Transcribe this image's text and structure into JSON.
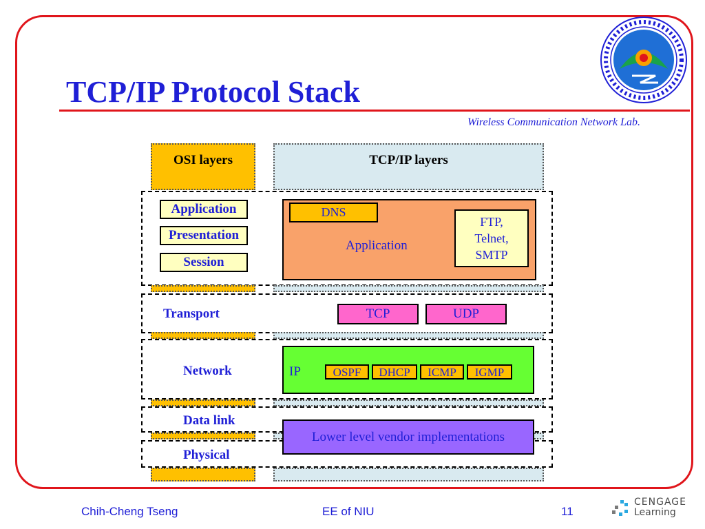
{
  "slide": {
    "title": "TCP/IP Protocol Stack",
    "lab": "Wireless Communication Network Lab.",
    "logo_icon": "university-seal-icon"
  },
  "columns": {
    "osi": "OSI layers",
    "tcpip": "TCP/IP layers"
  },
  "osi_layers": {
    "application": "Application",
    "presentation": "Presentation",
    "session": "Session",
    "transport": "Transport",
    "network": "Network",
    "datalink": "Data link",
    "physical": "Physical"
  },
  "tcpip": {
    "dns": "DNS",
    "application": "Application",
    "ftp_lines": [
      "FTP,",
      "Telnet,",
      "SMTP"
    ],
    "tcp": "TCP",
    "udp": "UDP",
    "ip": "IP",
    "ip_protocols": [
      "OSPF",
      "DHCP",
      "ICMP",
      "IGMP"
    ],
    "lower": "Lower level vendor implementations"
  },
  "footer": {
    "author": "Chih-Cheng Tseng",
    "dept": "EE of NIU",
    "page": "11",
    "brand_line1": "CENGAGE",
    "brand_line2": "Learning"
  },
  "colors": {
    "accent_red": "#e0151b",
    "title_blue": "#1f1fd6",
    "osi_orange": "#ffc000",
    "tcpip_blue": "#d9eaf0",
    "application_salmon": "#f9a26a",
    "transport_pink": "#ff66cc",
    "network_green": "#66ff33",
    "lower_purple": "#9966ff"
  }
}
